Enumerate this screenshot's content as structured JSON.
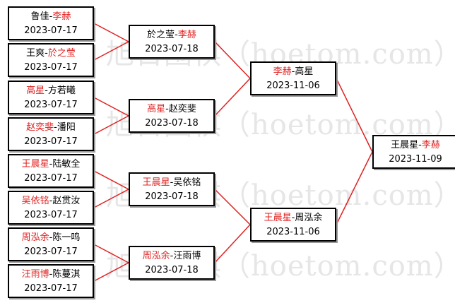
{
  "watermark": "旭日围棋（hoetom.com）",
  "colors": {
    "winner": "#e02020",
    "line": "#e02020",
    "text": "#000000"
  },
  "matches": [
    {
      "id": "r1m1",
      "date": "2023-07-17",
      "p1": "鲁佳",
      "p2": "李赫",
      "winner": 2
    },
    {
      "id": "r1m2",
      "date": "2023-07-17",
      "p1": "王爽",
      "p2": "於之莹",
      "winner": 2
    },
    {
      "id": "r1m3",
      "date": "2023-07-17",
      "p1": "高星",
      "p2": "方若曦",
      "winner": 1
    },
    {
      "id": "r1m4",
      "date": "2023-07-17",
      "p1": "赵奕斐",
      "p2": "潘阳",
      "winner": 1
    },
    {
      "id": "r1m5",
      "date": "2023-07-17",
      "p1": "王晨星",
      "p2": "陆敏全",
      "winner": 1
    },
    {
      "id": "r1m6",
      "date": "2023-07-17",
      "p1": "吴依铭",
      "p2": "赵贯汝",
      "winner": 1
    },
    {
      "id": "r1m7",
      "date": "2023-07-17",
      "p1": "周泓余",
      "p2": "陈一鸣",
      "winner": 1
    },
    {
      "id": "r1m8",
      "date": "2023-07-17",
      "p1": "汪雨博",
      "p2": "陈蔓淇",
      "winner": 1
    },
    {
      "id": "r2m1",
      "date": "2023-07-18",
      "p1": "於之莹",
      "p2": "李赫",
      "winner": 2
    },
    {
      "id": "r2m2",
      "date": "2023-07-18",
      "p1": "高星",
      "p2": "赵奕斐",
      "winner": 1
    },
    {
      "id": "r2m3",
      "date": "2023-07-18",
      "p1": "王晨星",
      "p2": "吴依铭",
      "winner": 1
    },
    {
      "id": "r2m4",
      "date": "2023-07-18",
      "p1": "周泓余",
      "p2": "汪雨博",
      "winner": 1
    },
    {
      "id": "r3m1",
      "date": "2023-11-06",
      "p1": "李赫",
      "p2": "高星",
      "winner": 1
    },
    {
      "id": "r3m2",
      "date": "2023-11-06",
      "p1": "王晨星",
      "p2": "周泓余",
      "winner": 1
    },
    {
      "id": "final",
      "date": "2023-11-09",
      "p1": "王晨星",
      "p2": "李赫",
      "winner": 2
    }
  ]
}
